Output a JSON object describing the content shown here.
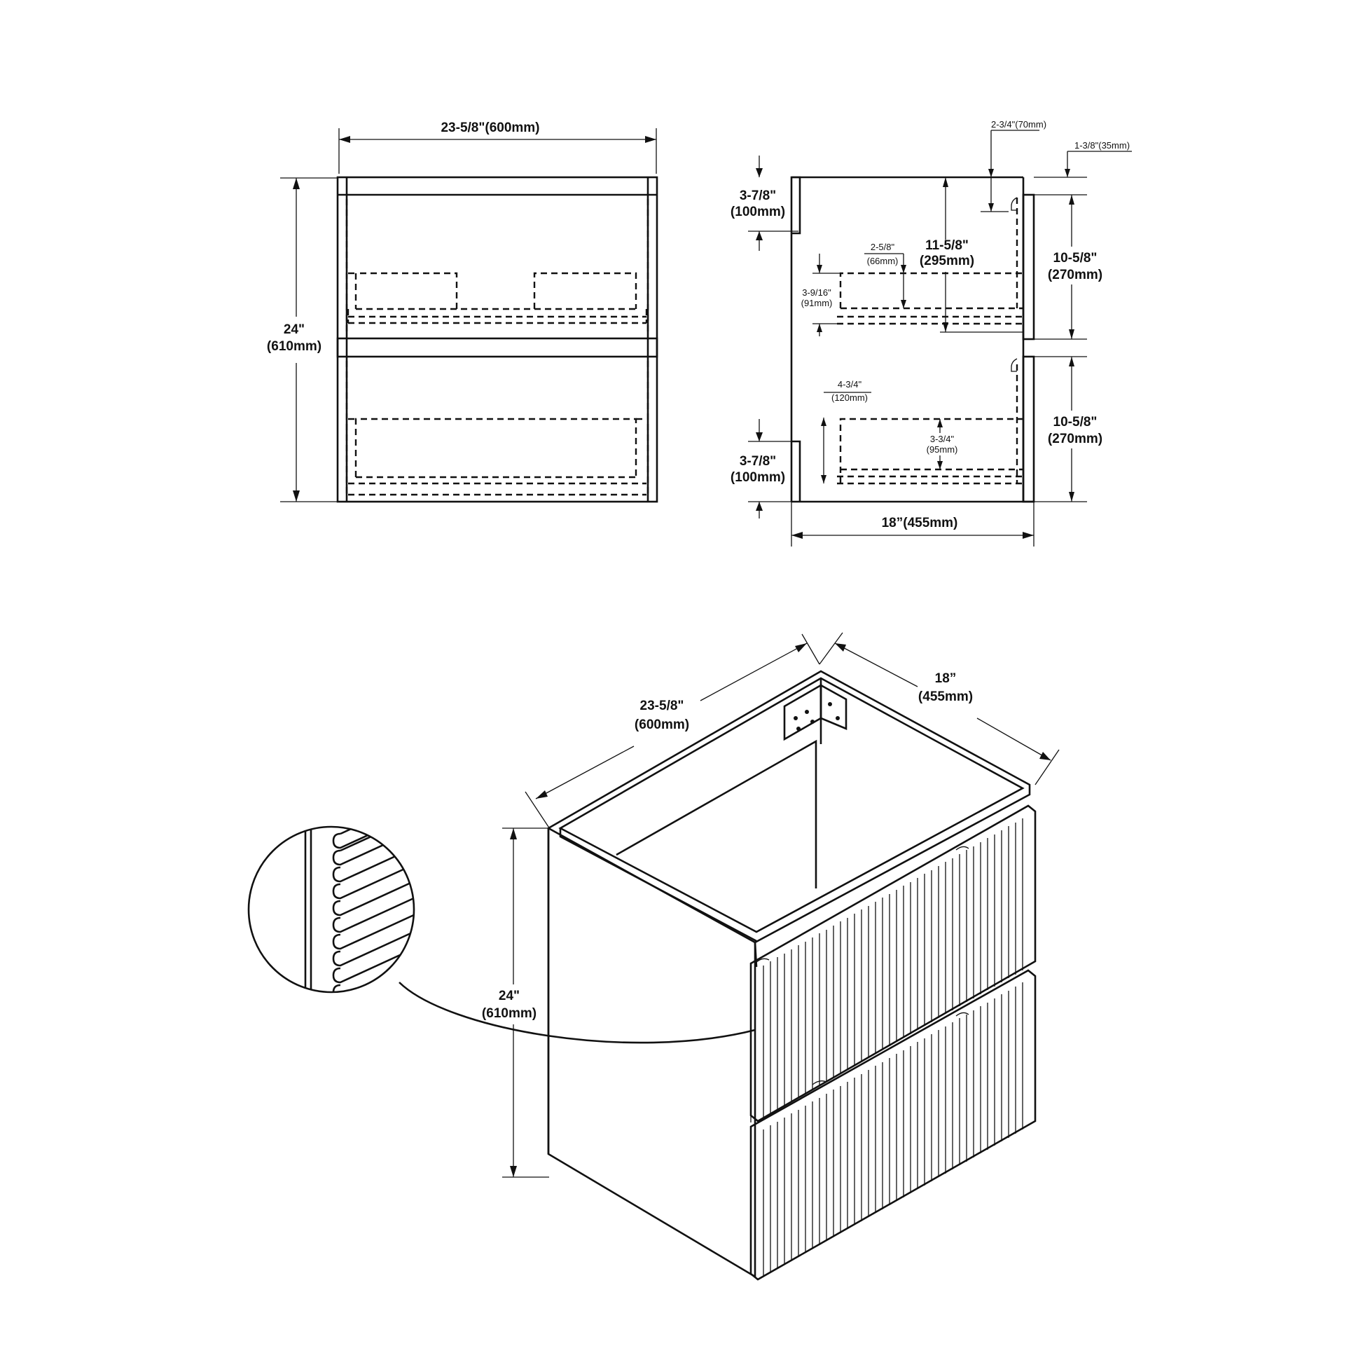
{
  "front_view": {
    "width_label": "23-5/8\"(600mm)",
    "height_label_in": "24\"",
    "height_label_mm": "(610mm)"
  },
  "side_view": {
    "top_offset_in": "3-7/8\"",
    "top_offset_mm": "(100mm)",
    "bottom_offset_in": "3-7/8\"",
    "bottom_offset_mm": "(100mm)",
    "gap_top_label": "2-3/4\"(70mm)",
    "front_offset_label": "1-3/8\"(35mm)",
    "upper_drawer_depth_in": "2-5/8\"",
    "upper_drawer_depth_mm": "(66mm)",
    "upper_inner_height_in": "11-5/8\"",
    "upper_inner_height_mm": "(295mm)",
    "upper_drawer_side_in": "3-9/16\"",
    "upper_drawer_side_mm": "(91mm)",
    "drawer_front_1_in": "10-5/8\"",
    "drawer_front_1_mm": "(270mm)",
    "drawer_front_2_in": "10-5/8\"",
    "drawer_front_2_mm": "(270mm)",
    "lower_drawer_height_in": "4-3/4\"",
    "lower_drawer_height_mm": "(120mm)",
    "lower_drawer_inner_in": "3-3/4\"",
    "lower_drawer_inner_mm": "(95mm)",
    "depth_label": "18”(455mm)"
  },
  "iso_view": {
    "width_label_in": "23-5/8\"",
    "width_label_mm": "(600mm)",
    "depth_label_in": "18”",
    "depth_label_mm": "(455mm)",
    "height_label_in": "24\"",
    "height_label_mm": "(610mm)"
  }
}
